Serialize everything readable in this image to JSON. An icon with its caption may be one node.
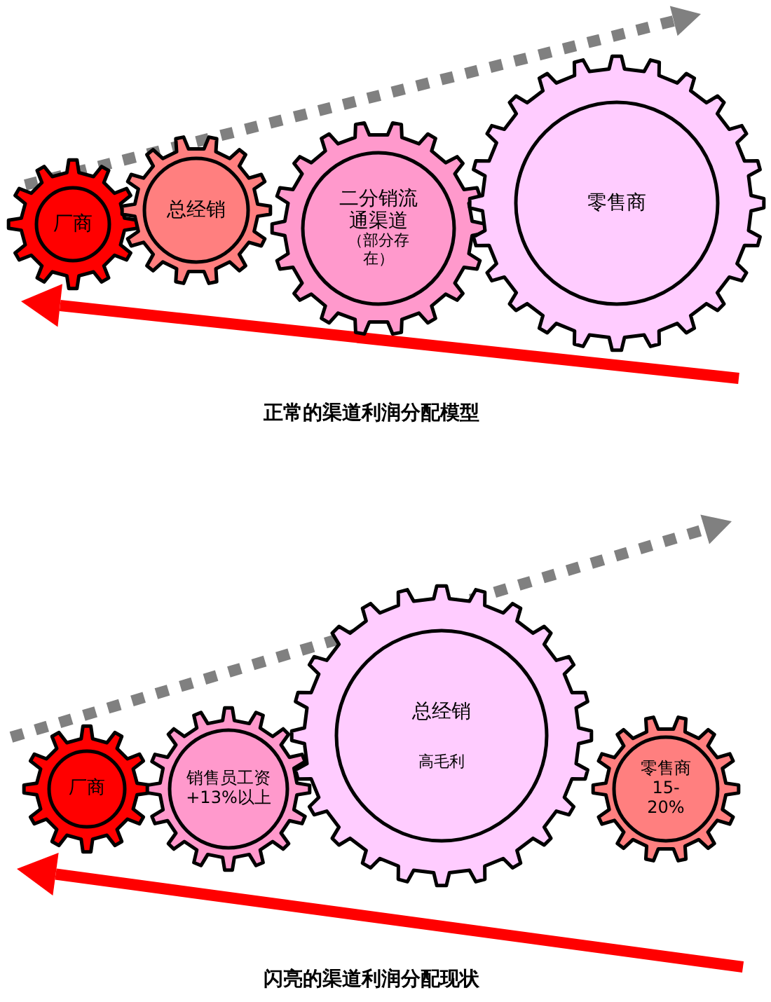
{
  "diagram": {
    "nodes": [
      {
        "text": [
          "厂商"
        ]
      },
      {
        "text": [
          "总经销"
        ]
      },
      {
        "text": [
          "二分销流通渠道",
          "（部分存在）"
        ]
      },
      {
        "text": [
          "零售商"
        ]
      },
      {
        "text": [
          "厂商"
        ]
      },
      {
        "text": [
          "销售员工资+13%以上"
        ]
      },
      {
        "text": [
          "总经销",
          "高毛利"
        ]
      },
      {
        "text": [
          "零售商15-20%"
        ]
      }
    ],
    "labels": [
      "正常的渠道利润分配模型",
      "闪亮的渠道利润分配现状"
    ]
  }
}
